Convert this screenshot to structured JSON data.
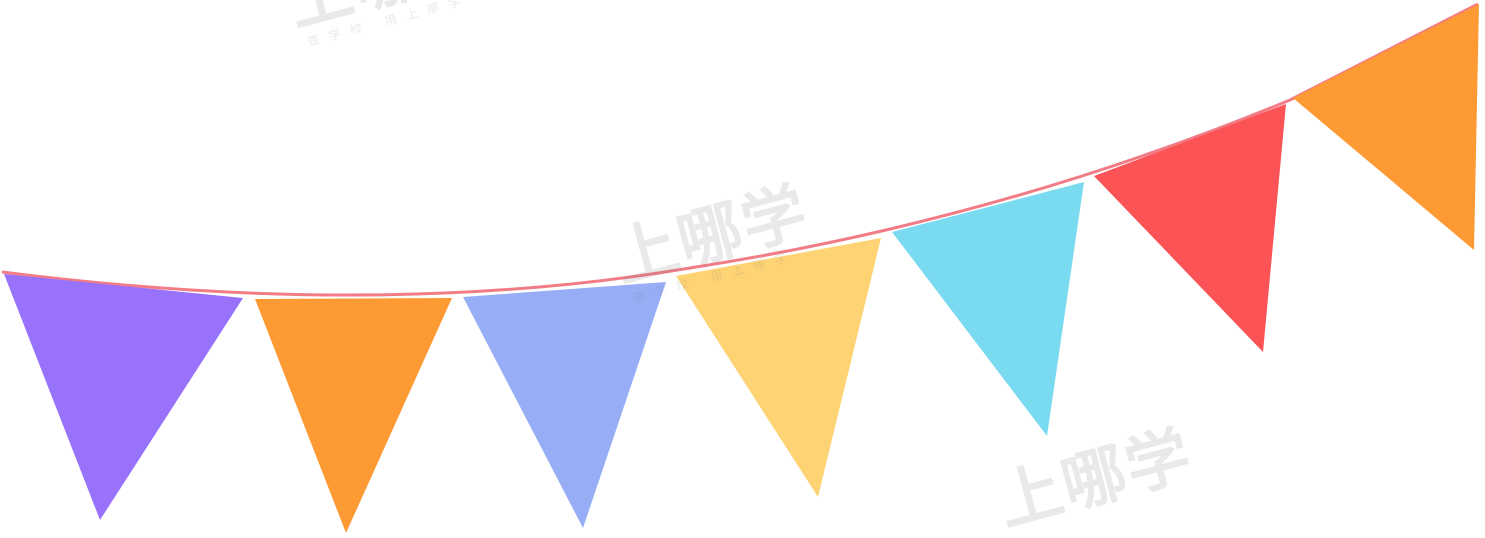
{
  "bunting": {
    "string_color": "#F27C86",
    "flags": [
      {
        "name": "flag-purple",
        "color": "#9872FB"
      },
      {
        "name": "flag-orange",
        "color": "#FE9A34"
      },
      {
        "name": "flag-periwinkle",
        "color": "#97AEF6"
      },
      {
        "name": "flag-yellow",
        "color": "#FDD373"
      },
      {
        "name": "flag-cyan",
        "color": "#7ADAEF"
      },
      {
        "name": "flag-red",
        "color": "#FB5356"
      },
      {
        "name": "flag-orange-2",
        "color": "#FE9A34"
      }
    ]
  },
  "watermarks": [
    {
      "main": "上哪学",
      "sub": "查学校 用上哪学"
    },
    {
      "main": "上哪学",
      "sub": "查学校 用上哪学"
    },
    {
      "main": "上哪学",
      "sub": ""
    }
  ]
}
